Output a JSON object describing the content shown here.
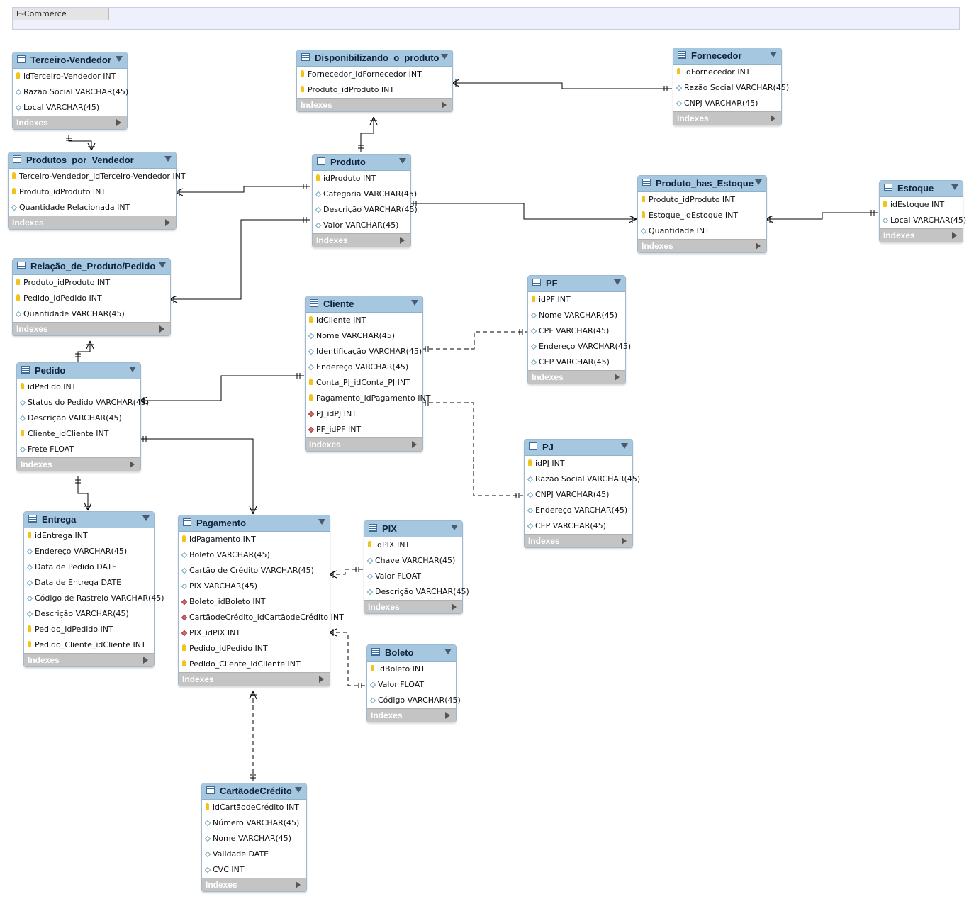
{
  "diagram": {
    "tab_label": "E-Commerce",
    "indexes_label": "Indexes",
    "tables": [
      {
        "id": "terceiro_vendedor",
        "name": "Terceiro-Vendedor",
        "columns": [
          {
            "kind": "pk",
            "text": "idTerceiro-Vendedor INT"
          },
          {
            "kind": "col",
            "text": "Razão Social VARCHAR(45)"
          },
          {
            "kind": "col",
            "text": "Local VARCHAR(45)"
          }
        ]
      },
      {
        "id": "disponibilizando",
        "name": "Disponibilizando_o_produto",
        "columns": [
          {
            "kind": "pk",
            "text": "Fornecedor_idFornecedor INT"
          },
          {
            "kind": "pk",
            "text": "Produto_idProduto INT"
          }
        ]
      },
      {
        "id": "fornecedor",
        "name": "Fornecedor",
        "columns": [
          {
            "kind": "pk",
            "text": "idFornecedor INT"
          },
          {
            "kind": "col",
            "text": "Razão Social VARCHAR(45)"
          },
          {
            "kind": "col",
            "text": "CNPJ VARCHAR(45)"
          }
        ]
      },
      {
        "id": "produtos_por_vendedor",
        "name": "Produtos_por_Vendedor",
        "columns": [
          {
            "kind": "pk",
            "text": "Terceiro-Vendedor_idTerceiro-Vendedor INT"
          },
          {
            "kind": "pk",
            "text": "Produto_idProduto INT"
          },
          {
            "kind": "col",
            "text": "Quantidade Relacionada INT"
          }
        ]
      },
      {
        "id": "produto",
        "name": "Produto",
        "columns": [
          {
            "kind": "pk",
            "text": "idProduto INT"
          },
          {
            "kind": "col",
            "text": "Categoria VARCHAR(45)"
          },
          {
            "kind": "col",
            "text": "Descrição VARCHAR(45)"
          },
          {
            "kind": "col",
            "text": "Valor VARCHAR(45)"
          }
        ]
      },
      {
        "id": "produto_has_estoque",
        "name": "Produto_has_Estoque",
        "columns": [
          {
            "kind": "pk",
            "text": "Produto_idProduto INT"
          },
          {
            "kind": "pk",
            "text": "Estoque_idEstoque INT"
          },
          {
            "kind": "col",
            "text": "Quantidade INT"
          }
        ]
      },
      {
        "id": "estoque",
        "name": "Estoque",
        "columns": [
          {
            "kind": "pk",
            "text": "idEstoque INT"
          },
          {
            "kind": "col",
            "text": "Local VARCHAR(45)"
          }
        ]
      },
      {
        "id": "relacao_produto_pedido",
        "name": "Relação_de_Produto/Pedido",
        "columns": [
          {
            "kind": "pk",
            "text": "Produto_idProduto INT"
          },
          {
            "kind": "pk",
            "text": "Pedido_idPedido INT"
          },
          {
            "kind": "col",
            "text": "Quantidade VARCHAR(45)"
          }
        ]
      },
      {
        "id": "pf",
        "name": "PF",
        "columns": [
          {
            "kind": "pk",
            "text": "idPF INT"
          },
          {
            "kind": "col",
            "text": "Nome VARCHAR(45)"
          },
          {
            "kind": "col",
            "text": "CPF VARCHAR(45)"
          },
          {
            "kind": "col",
            "text": "Endereço VARCHAR(45)"
          },
          {
            "kind": "col",
            "text": "CEP VARCHAR(45)"
          }
        ]
      },
      {
        "id": "cliente",
        "name": "Cliente",
        "columns": [
          {
            "kind": "pk",
            "text": "idCliente INT"
          },
          {
            "kind": "col",
            "text": "Nome VARCHAR(45)"
          },
          {
            "kind": "col",
            "text": "Identificação VARCHAR(45)"
          },
          {
            "kind": "col",
            "text": "Endereço VARCHAR(45)"
          },
          {
            "kind": "pk",
            "text": "Conta_PJ_idConta_PJ INT"
          },
          {
            "kind": "pk",
            "text": "Pagamento_idPagamento INT"
          },
          {
            "kind": "fk",
            "text": "PJ_idPJ INT"
          },
          {
            "kind": "fk",
            "text": "PF_idPF INT"
          }
        ]
      },
      {
        "id": "pedido",
        "name": "Pedido",
        "columns": [
          {
            "kind": "pk",
            "text": "idPedido INT"
          },
          {
            "kind": "col",
            "text": "Status do Pedido VARCHAR(45)"
          },
          {
            "kind": "col",
            "text": "Descrição VARCHAR(45)"
          },
          {
            "kind": "pk",
            "text": "Cliente_idCliente INT"
          },
          {
            "kind": "col",
            "text": "Frete FLOAT"
          }
        ]
      },
      {
        "id": "pj",
        "name": "PJ",
        "columns": [
          {
            "kind": "pk",
            "text": "idPJ INT"
          },
          {
            "kind": "col",
            "text": "Razão Social VARCHAR(45)"
          },
          {
            "kind": "col",
            "text": "CNPJ VARCHAR(45)"
          },
          {
            "kind": "col",
            "text": "Endereço VARCHAR(45)"
          },
          {
            "kind": "col",
            "text": "CEP VARCHAR(45)"
          }
        ]
      },
      {
        "id": "entrega",
        "name": "Entrega",
        "columns": [
          {
            "kind": "pk",
            "text": "idEntrega INT"
          },
          {
            "kind": "col",
            "text": "Endereço VARCHAR(45)"
          },
          {
            "kind": "col",
            "text": "Data de Pedido DATE"
          },
          {
            "kind": "col",
            "text": "Data de Entrega DATE"
          },
          {
            "kind": "col",
            "text": "Código de Rastreio VARCHAR(45)"
          },
          {
            "kind": "col",
            "text": "Descrição VARCHAR(45)"
          },
          {
            "kind": "pk",
            "text": "Pedido_idPedido INT"
          },
          {
            "kind": "pk",
            "text": "Pedido_Cliente_idCliente INT"
          }
        ]
      },
      {
        "id": "pagamento",
        "name": "Pagamento",
        "columns": [
          {
            "kind": "pk",
            "text": "idPagamento INT"
          },
          {
            "kind": "col",
            "text": "Boleto VARCHAR(45)"
          },
          {
            "kind": "col",
            "text": "Cartão de Crédito VARCHAR(45)"
          },
          {
            "kind": "col",
            "text": "PIX VARCHAR(45)"
          },
          {
            "kind": "fk",
            "text": "Boleto_idBoleto INT"
          },
          {
            "kind": "fk",
            "text": "CartãodeCrédito_idCartãodeCrédito INT"
          },
          {
            "kind": "fk",
            "text": "PIX_idPIX INT"
          },
          {
            "kind": "pk",
            "text": "Pedido_idPedido INT"
          },
          {
            "kind": "pk",
            "text": "Pedido_Cliente_idCliente INT"
          }
        ]
      },
      {
        "id": "pix",
        "name": "PIX",
        "columns": [
          {
            "kind": "pk",
            "text": "idPIX INT"
          },
          {
            "kind": "col",
            "text": "Chave VARCHAR(45)"
          },
          {
            "kind": "col",
            "text": "Valor FLOAT"
          },
          {
            "kind": "col",
            "text": "Descrição VARCHAR(45)"
          }
        ]
      },
      {
        "id": "boleto",
        "name": "Boleto",
        "columns": [
          {
            "kind": "pk",
            "text": "idBoleto INT"
          },
          {
            "kind": "col",
            "text": "Valor FLOAT"
          },
          {
            "kind": "col",
            "text": "Código VARCHAR(45)"
          }
        ]
      },
      {
        "id": "cartao",
        "name": "CartãodeCrédito",
        "columns": [
          {
            "kind": "pk",
            "text": "idCartãodeCrédito INT"
          },
          {
            "kind": "col",
            "text": "Número VARCHAR(45)"
          },
          {
            "kind": "col",
            "text": "Nome VARCHAR(45)"
          },
          {
            "kind": "col",
            "text": "Validade DATE"
          },
          {
            "kind": "col",
            "text": "CVC INT"
          }
        ]
      }
    ]
  }
}
